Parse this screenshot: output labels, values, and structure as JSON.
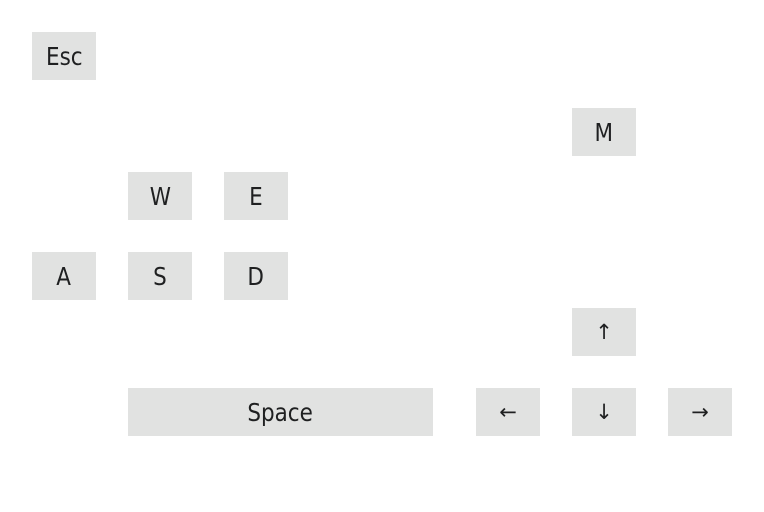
{
  "keys": {
    "esc": "Esc",
    "m": "M",
    "w": "W",
    "e": "E",
    "a": "A",
    "s": "S",
    "d": "D",
    "up": "↑",
    "space": "Space",
    "left": "←",
    "down": "↓",
    "right": "→"
  },
  "colors": {
    "key_background": "#e1e2e1",
    "key_text": "#1f2021",
    "page_background": "#ffffff"
  }
}
